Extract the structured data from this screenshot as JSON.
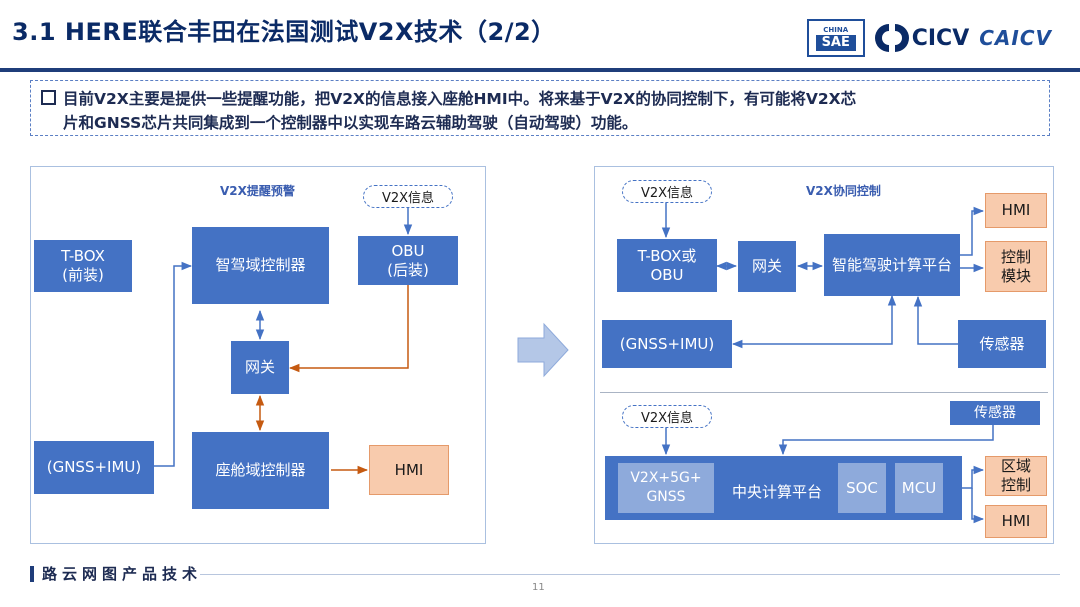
{
  "title": "3.1 HERE联合丰田在法国测试V2X技术（2/2）",
  "logos": {
    "sae_top": "CHINA",
    "sae_main": "SAE",
    "cicv": "CICV",
    "caicv": "CAICV"
  },
  "summary": {
    "line1": "目前V2X主要是提供一些提醒功能，把V2X的信息接入座舱HMI中。将来基于V2X的协同控制下，有可能将V2X芯",
    "line2": "片和GNSS芯片共同集成到一个控制器中以实现车路云辅助驾驶（自动驾驶）功能。"
  },
  "left_diagram": {
    "heading": "V2X提醒预警",
    "tbox": "T-BOX\n(前装)",
    "adas_ctrl": "智驾域控制器",
    "v2x_info": "V2X信息",
    "obu": "OBU\n(后装)",
    "gateway": "网关",
    "gnss": "(GNSS+IMU)",
    "cockpit_ctrl": "座舱域控制器",
    "hmi": "HMI"
  },
  "right_top": {
    "heading": "V2X协同控制",
    "v2x_info": "V2X信息",
    "tbox_obu": "T-BOX或\nOBU",
    "gateway": "网关",
    "platform": "智能驾驶计算平台",
    "hmi": "HMI",
    "control_module": "控制\n模块",
    "gnss": "(GNSS+IMU)",
    "sensor": "传感器"
  },
  "right_bottom": {
    "v2x_info": "V2X信息",
    "sensor": "传感器",
    "v2x_5g": "V2X+5G+\nGNSS",
    "central": "中央计算平台",
    "soc": "SOC",
    "mcu": "MCU",
    "zone_control": "区域\n控制",
    "hmi": "HMI"
  },
  "footer": {
    "text": "路云网图产品技术",
    "page": "11"
  },
  "colors": {
    "block_blue": "#4472c4",
    "block_light": "#8eaadb",
    "peach": "#f8cbad",
    "orange_line": "#c55a11",
    "title_navy": "#0a2a66"
  }
}
